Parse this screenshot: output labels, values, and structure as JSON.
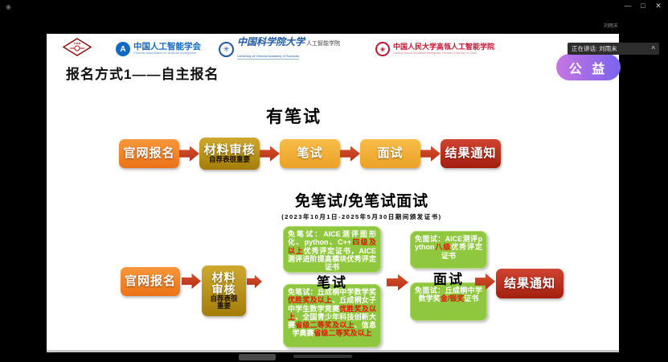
{
  "window": {
    "app_icon": "◉",
    "controls": {
      "minimize": "—",
      "maximize": "□",
      "close": "✕"
    },
    "participant_name": "刘雨末",
    "speaker_bar": {
      "label": "正在讲话: 刘雨末",
      "chevron": "^"
    },
    "badge": {
      "text": "公 益"
    }
  },
  "colors": {
    "box_orange": "#ec7318",
    "box_olive": "#a47d0a",
    "box_amber": "#eba226",
    "box_red": "#a31f10",
    "arrow_red": "#c0392b",
    "green_box": "#8fc83f",
    "highlight_red": "#e31408",
    "badge_gradient_left": "#c775e2",
    "badge_gradient_right": "#7b63ee"
  },
  "slide": {
    "logos": [
      {
        "text": "CAA"
      },
      {
        "title": "中国人工智能学会",
        "subtitle": "Chinese Association for Artificial Intelligence"
      },
      {
        "title": "中国科学院大学",
        "suffix": "人工智能学院",
        "subtitle": "University of Chinese Academy of Sciences"
      },
      {
        "title": "中国人民大学高瓴人工智能学院",
        "subtitle": "Gaoling School of Artificial Intelligence, Renmin University of China"
      }
    ],
    "title": "报名方式1——自主报名",
    "section1": {
      "heading": "有笔试",
      "steps": [
        "官网报名",
        "材料审核",
        "笔试",
        "面试",
        "结果通知"
      ],
      "review_caption": "自荐表很重要"
    },
    "section2": {
      "heading": "免笔试/免笔试面试",
      "subheading": "(2023年10月1日-2025年5月30日期间颁发证书)",
      "start": "官网报名",
      "review": {
        "label_line1": "材料",
        "label_line2": "审核",
        "caption_line1": "自荐表很",
        "caption_line2": "重要"
      },
      "written": {
        "label": "笔试",
        "exempt_top": [
          {
            "t": "免笔试：AICE测评图形化、python、C++",
            "h": false
          },
          {
            "t": "四级及以上",
            "h": true
          },
          {
            "t": "优秀评定证书，AICE测评进阶提高模块优秀评定证书",
            "h": false
          }
        ],
        "exempt_bottom": [
          {
            "t": "免笔试：丘成桐中学数学奖",
            "h": false
          },
          {
            "t": "优胜奖及以上",
            "h": true
          },
          {
            "t": "、丘成桐女子中学生数学竞赛",
            "h": false
          },
          {
            "t": "优胜奖及以上",
            "h": true
          },
          {
            "t": "、全国青少年科技创新大赛",
            "h": false
          },
          {
            "t": "省级二等奖及以上",
            "h": true
          },
          {
            "t": "、信息学奥赛",
            "h": false
          },
          {
            "t": "省级二等奖及以上",
            "h": true
          }
        ]
      },
      "interview": {
        "label": "面试",
        "exempt_top": [
          {
            "t": "免面试：AICE测评python",
            "h": false
          },
          {
            "t": "八级",
            "h": true
          },
          {
            "t": "优秀评定证书",
            "h": false
          }
        ],
        "exempt_bottom": [
          {
            "t": "免面试：丘成桐中学数学奖",
            "h": false
          },
          {
            "t": "金/银奖",
            "h": true
          },
          {
            "t": "证书",
            "h": false
          }
        ]
      },
      "end": "结果通知"
    }
  }
}
